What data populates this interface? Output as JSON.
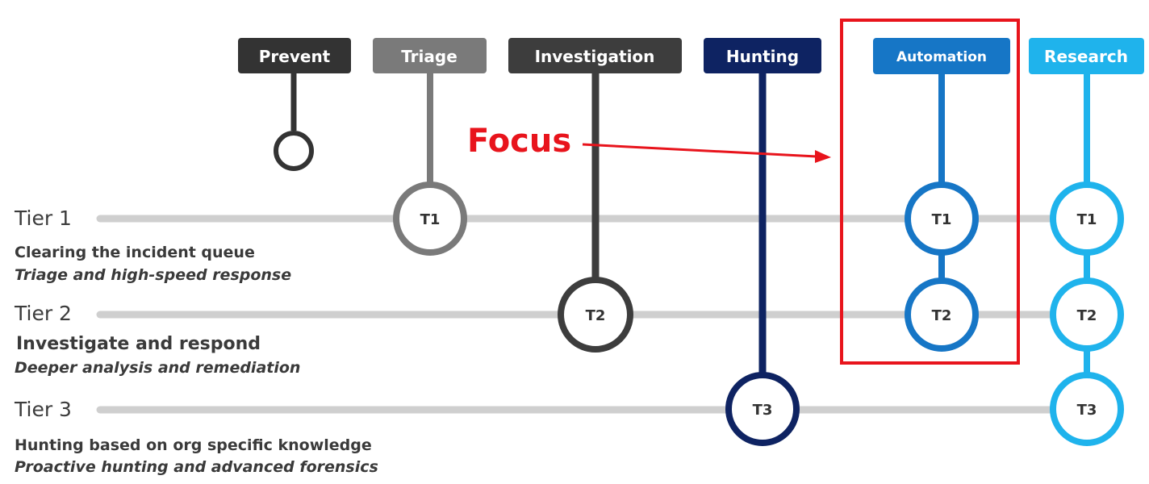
{
  "columns": [
    {
      "label": "Prevent",
      "color": "#333333"
    },
    {
      "label": "Triage",
      "color": "#7a7a7a"
    },
    {
      "label": "Investigation",
      "color": "#3d3d3d"
    },
    {
      "label": "Hunting",
      "color": "#0e2362"
    },
    {
      "label": "Automation",
      "color": "#1676c6"
    },
    {
      "label": "Research",
      "color": "#1fb3ec"
    }
  ],
  "tiers": [
    {
      "label": "Tier 1",
      "title": "Clearing the incident queue",
      "subtitle": "Triage and high-speed response"
    },
    {
      "label": "Tier 2",
      "title": "Investigate and respond",
      "subtitle": "Deeper analysis and remediation"
    },
    {
      "label": "Tier 3",
      "title": "Hunting based on org specific knowledge",
      "subtitle": "Proactive hunting and advanced forensics"
    }
  ],
  "nodes": {
    "triage_t1": "T1",
    "investigation_t2": "T2",
    "hunting_t3": "T3",
    "automation_t1": "T1",
    "automation_t2": "T2",
    "research_t1": "T1",
    "research_t2": "T2",
    "research_t3": "T3"
  },
  "focus": {
    "label": "Focus",
    "color": "#e8141c"
  },
  "line_color": "#cfcfcf"
}
